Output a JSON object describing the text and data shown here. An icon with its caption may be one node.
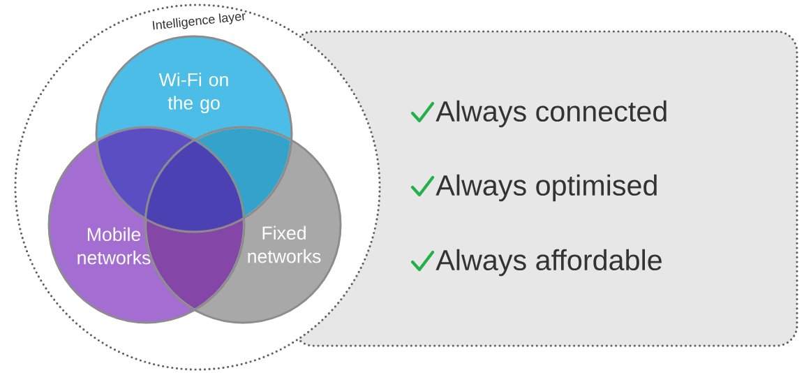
{
  "diagram": {
    "nodes": [
      {
        "text": [
          "Intelligence layer"
        ]
      },
      {
        "text": [
          "Wi-Fi on the go"
        ],
        "in": 0
      },
      {
        "text": [
          "Mobile networks"
        ],
        "in": 0
      },
      {
        "text": [
          "Fixed networks"
        ],
        "in": 0
      },
      {
        "text": [
          "Always connected",
          "Always optimised",
          "Always affordable"
        ]
      }
    ]
  }
}
